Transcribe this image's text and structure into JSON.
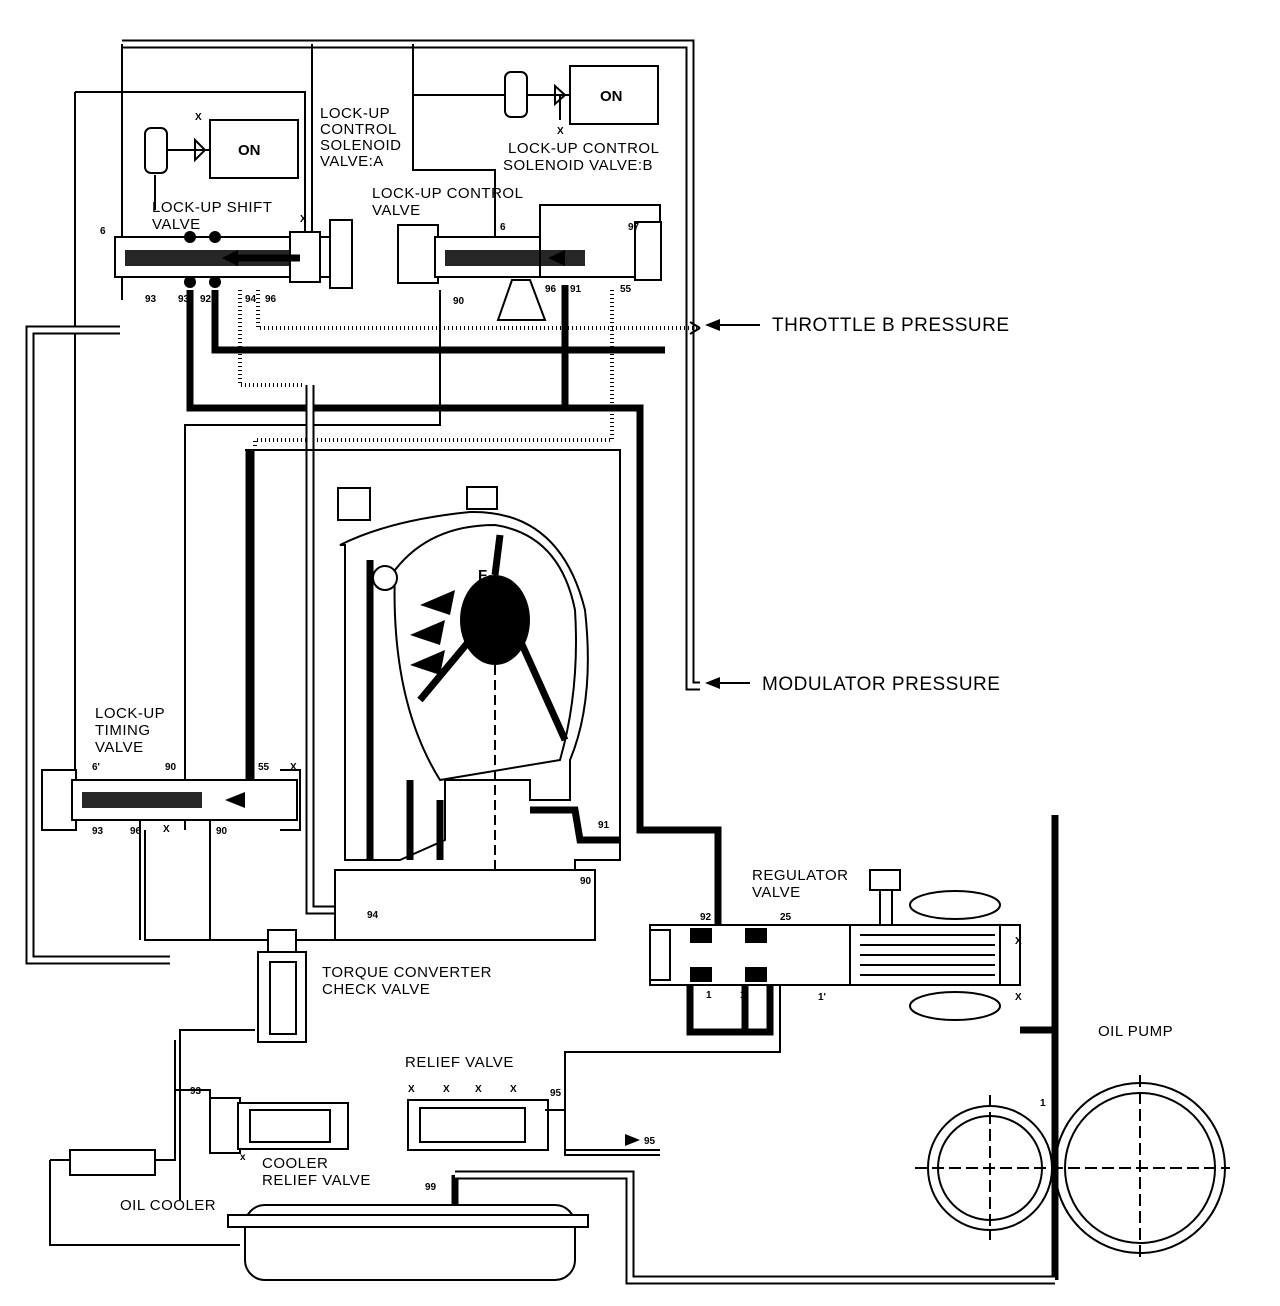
{
  "labels": {
    "lockup_shift_valve": [
      "LOCK-UP SHIFT",
      "VALVE"
    ],
    "solenoid_a": [
      "LOCK-UP",
      "CONTROL",
      "SOLENOID",
      "VALVE:A"
    ],
    "solenoid_b": [
      "LOCK-UP CONTROL",
      "SOLENOID VALVE:B"
    ],
    "lockup_control_valve": [
      "LOCK-UP CONTROL",
      "VALVE"
    ],
    "throttle_b": "THROTTLE B PRESSURE",
    "modulator": "MODULATOR PRESSURE",
    "lockup_timing_valve": [
      "LOCK-UP",
      "TIMING",
      "VALVE"
    ],
    "regulator_valve": [
      "REGULATOR",
      "VALVE"
    ],
    "torque_converter_check_valve": [
      "TORQUE CONVERTER",
      "CHECK VALVE"
    ],
    "relief_valve": "RELIEF VALVE",
    "oil_pump": "OIL PUMP",
    "cooler_relief_valve": [
      "COOLER",
      "RELIEF VALVE"
    ],
    "oil_cooler": "OIL COOLER",
    "on_a": "ON",
    "on_b": "ON",
    "f1": "F₁"
  },
  "ports": {
    "p93a": "93",
    "p93b": "93",
    "p92a": "92",
    "p94a": "94",
    "p96a": "96",
    "p90a": "90",
    "p96b": "96",
    "p91a": "91",
    "p55a": "55",
    "p97": "97",
    "p6a": "6",
    "p6b": "6",
    "p6c": "6'",
    "p90b": "90",
    "p55b": "55",
    "p93c": "93",
    "p96c": "96",
    "p96d": "90",
    "p91b": "91",
    "p90c": "90",
    "p94b": "94",
    "p92b": "92",
    "p25": "25",
    "p1a": "1",
    "p1b": "1",
    "p1c": "1'",
    "p93d": "93",
    "p95a": "95",
    "p95b": "95",
    "p99": "99",
    "p1d": "1",
    "x1": "X",
    "x2": "X",
    "x3": "X",
    "x4": "X",
    "x5": "X",
    "x6": "X",
    "x7": "X",
    "x8": "X",
    "x9": "X",
    "x10": "X",
    "x11": "x",
    "x12": "X"
  }
}
